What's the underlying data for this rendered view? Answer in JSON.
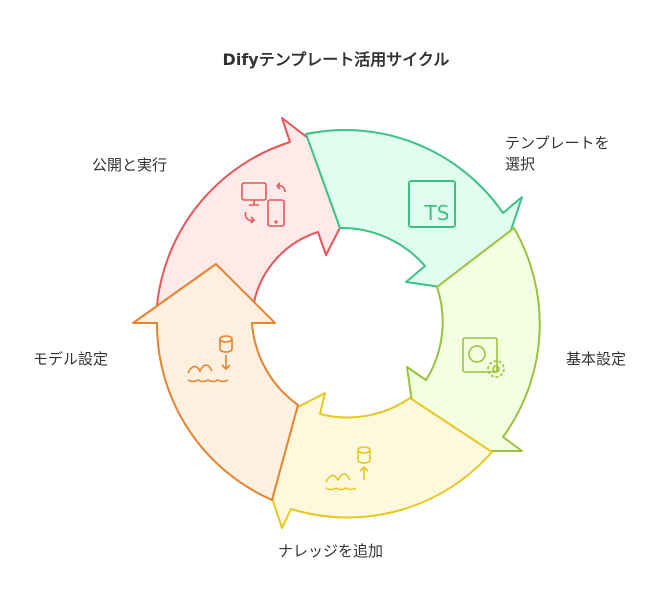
{
  "title": "Difyテンプレート活用サイクル",
  "steps": [
    {
      "label": "テンプレートを選択",
      "line1": "テンプレートを",
      "line2": "選択",
      "icon": "typescript-file-icon",
      "stroke": "#3cc383",
      "fill": "#e0fdf0"
    },
    {
      "label": "基本設定",
      "icon": "settings-plug-icon",
      "stroke": "#9bc23c",
      "fill": "#f4fee0"
    },
    {
      "label": "ナレッジを追加",
      "icon": "database-upload-icon",
      "stroke": "#e5c820",
      "fill": "#fff8dc"
    },
    {
      "label": "モデル設定",
      "icon": "database-download-icon",
      "stroke": "#e5832f",
      "fill": "#fff0e0"
    },
    {
      "label": "公開と実行",
      "icon": "devices-sync-icon",
      "stroke": "#e55757",
      "fill": "#ffe9e9"
    }
  ]
}
